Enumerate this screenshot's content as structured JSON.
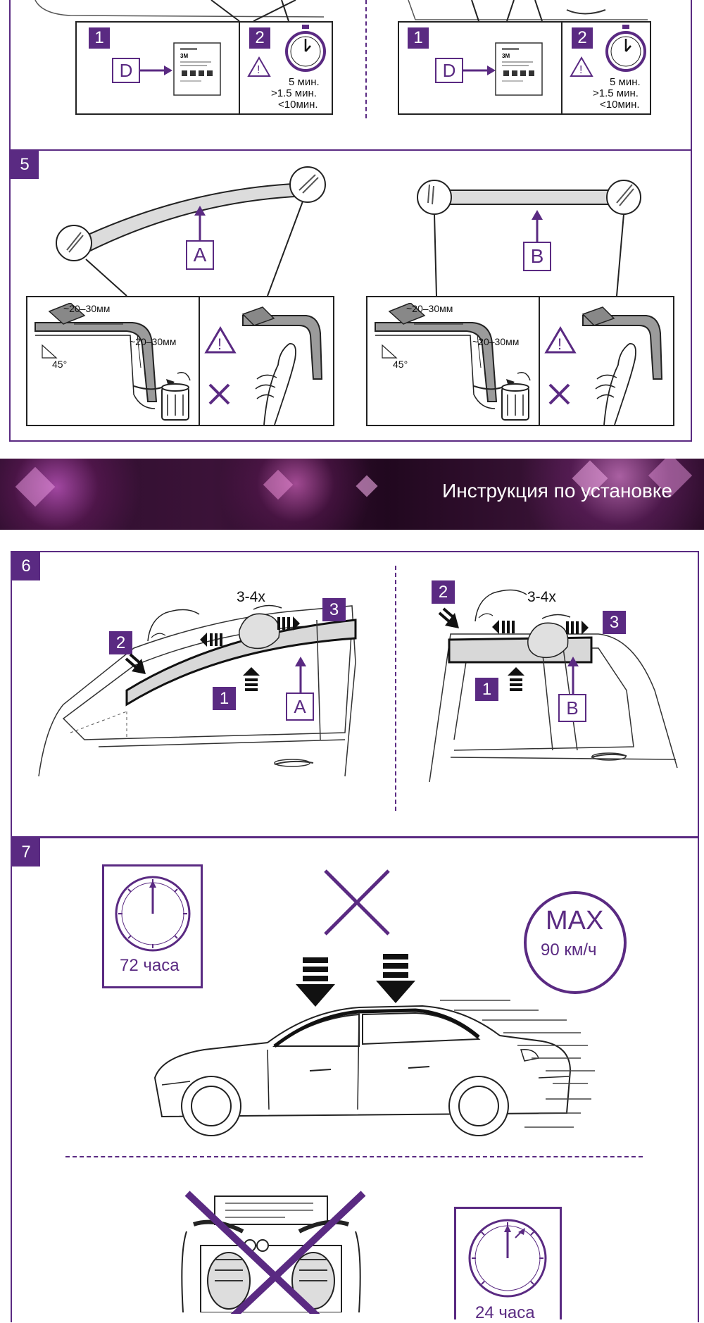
{
  "step4": {
    "left": {
      "box1_num": "1",
      "box1_letter": "D",
      "box2_num": "2",
      "time_main": "5 мин.",
      "time_min": ">1.5 мин.",
      "time_max": "<10мин."
    },
    "right": {
      "box1_num": "1",
      "box1_letter": "D",
      "box2_num": "2",
      "time_main": "5 мин.",
      "time_min": ">1.5 мин.",
      "time_max": "<10мин."
    }
  },
  "step5": {
    "number": "5",
    "left": {
      "part": "A",
      "dim_horizontal": "~20–30мм",
      "dim_vertical": "~20–30мм",
      "angle": "45°"
    },
    "right": {
      "part": "B",
      "dim_horizontal": "~20–30мм",
      "dim_vertical": "~20–30мм",
      "angle": "45°"
    }
  },
  "banner": {
    "title": "Инструкция по установке"
  },
  "step6": {
    "number": "6",
    "left": {
      "part": "A",
      "repeat": "3-4х",
      "marker1": "1",
      "marker2": "2",
      "marker3": "3"
    },
    "right": {
      "part": "B",
      "repeat": "3-4х",
      "marker1": "1",
      "marker2": "2",
      "marker3": "3"
    }
  },
  "step7": {
    "number": "7",
    "wait_label": "72 часа",
    "max_label": "MAX",
    "speed_label": "90 км/ч",
    "wait2_label": "24 часа"
  },
  "colors": {
    "accent": "#5a2a82"
  },
  "icons": [
    "clock-icon",
    "warning-icon",
    "trash-bin-icon",
    "cross-icon",
    "arrow-icon",
    "car-icon",
    "car-wash-icon",
    "stopwatch-icon"
  ]
}
